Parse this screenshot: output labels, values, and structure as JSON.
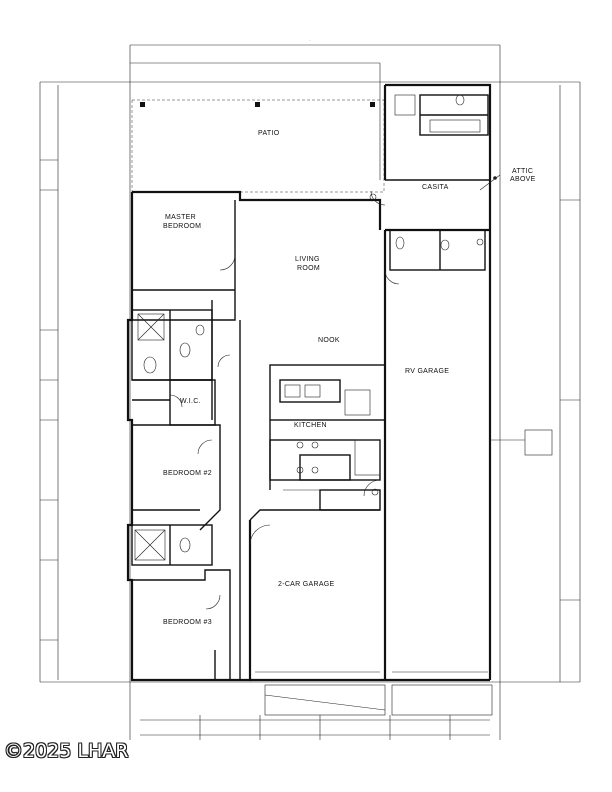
{
  "rooms": {
    "patio": "PATIO",
    "master_bedroom_1": "MASTER",
    "master_bedroom_2": "BEDROOM",
    "living_room_1": "LIVING",
    "living_room_2": "ROOM",
    "nook": "NOOK",
    "wic": "W.I.C.",
    "kitchen": "KITCHEN",
    "bedroom_2": "BEDROOM #2",
    "bedroom_3": "BEDROOM #3",
    "garage_2car": "2-CAR GARAGE",
    "rv_garage": "RV GARAGE",
    "casita": "CASITA",
    "attic_above_1": "ATTIC",
    "attic_above_2": "ABOVE"
  },
  "watermark": "©2025 LHAR"
}
